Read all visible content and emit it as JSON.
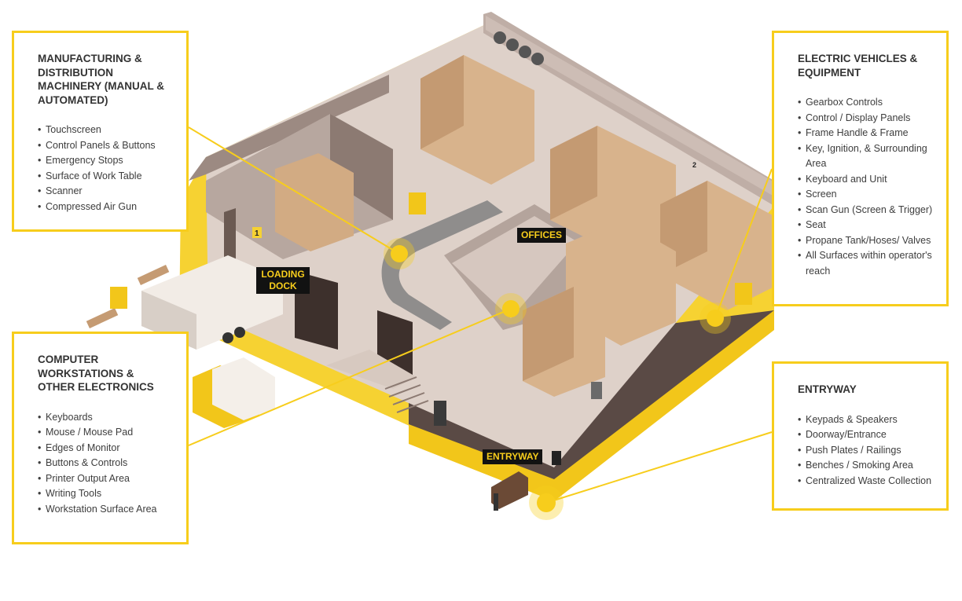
{
  "colors": {
    "accent": "#f7cd1c",
    "floor": "#ded1c9",
    "wall": "#a8968d",
    "box": "#d8b38c",
    "label_bg": "#121212"
  },
  "callouts": {
    "manufacturing": {
      "title": "MANUFACTURING & DISTRIBUTION MACHINERY (MANUAL & AUTOMATED)",
      "items": [
        "Touchscreen",
        "Control Panels & Buttons",
        "Emergency Stops",
        "Surface of Work Table",
        "Scanner",
        "Compressed Air Gun"
      ]
    },
    "computer": {
      "title": "COMPUTER WORKSTATIONS & OTHER ELECTRONICS",
      "items": [
        "Keyboards",
        "Mouse / Mouse Pad",
        "Edges of Monitor",
        "Buttons & Controls",
        "Printer Output Area",
        "Writing Tools",
        "Workstation Surface Area"
      ]
    },
    "electric": {
      "title": "ELECTRIC VEHICLES & EQUIPMENT",
      "items": [
        "Gearbox Controls",
        "Control / Display Panels",
        "Frame Handle & Frame",
        "Key, Ignition, & Surrounding Area",
        "Keyboard and Unit",
        "Screen",
        "Scan Gun (Screen & Trigger)",
        "Seat",
        "Propane Tank/Hoses/ Valves",
        "All Surfaces within operator's reach"
      ]
    },
    "entryway": {
      "title": "ENTRYWAY",
      "items": [
        "Keypads & Speakers",
        "Doorway/Entrance",
        "Push Plates / Railings",
        "Benches / Smoking Area",
        "Centralized Waste Collection"
      ]
    }
  },
  "map_labels": {
    "loading_dock": "LOADING DOCK",
    "offices": "OFFICES",
    "entryway": "ENTRYWAY"
  },
  "scene_marks": {
    "dock_number": "1",
    "wall_number": "2"
  }
}
